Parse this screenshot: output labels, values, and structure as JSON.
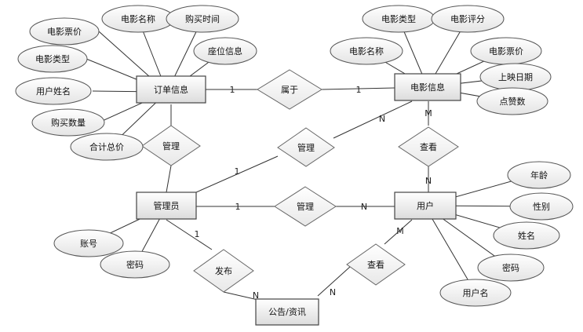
{
  "entities": [
    {
      "id": "order",
      "label": "订单信息"
    },
    {
      "id": "movie",
      "label": "电影信息"
    },
    {
      "id": "admin",
      "label": "管理员"
    },
    {
      "id": "user",
      "label": "用户"
    },
    {
      "id": "notice",
      "label": "公告/资讯"
    }
  ],
  "relationships": [
    {
      "id": "belongs",
      "label": "属于"
    },
    {
      "id": "manage-order",
      "label": "管理"
    },
    {
      "id": "manage-movie",
      "label": "管理"
    },
    {
      "id": "manage-user",
      "label": "管理"
    },
    {
      "id": "view-movie",
      "label": "查看"
    },
    {
      "id": "publish",
      "label": "发布"
    },
    {
      "id": "view-notice",
      "label": "查看"
    }
  ],
  "attributes": {
    "order": [
      "电影票价",
      "电影名称",
      "购买时间",
      "座位信息",
      "电影类型",
      "用户姓名",
      "购买数量",
      "合计总价"
    ],
    "movie": [
      "电影类型",
      "电影评分",
      "电影名称",
      "电影票价",
      "上映日期",
      "点赞数"
    ],
    "admin": [
      "账号",
      "密码"
    ],
    "user": [
      "年龄",
      "性别",
      "姓名",
      "密码",
      "用户名"
    ]
  },
  "cardinalities": {
    "order_belongs": "1",
    "belongs_movie": "1",
    "admin_manage_movie": "1",
    "manage_movie": "N",
    "movie_view": "M",
    "view_user": "N",
    "admin_manage_user": "1",
    "manage_user": "N",
    "admin_publish": "1",
    "publish_notice": "N",
    "user_view_notice": "M",
    "view_notice_notice": "N"
  }
}
